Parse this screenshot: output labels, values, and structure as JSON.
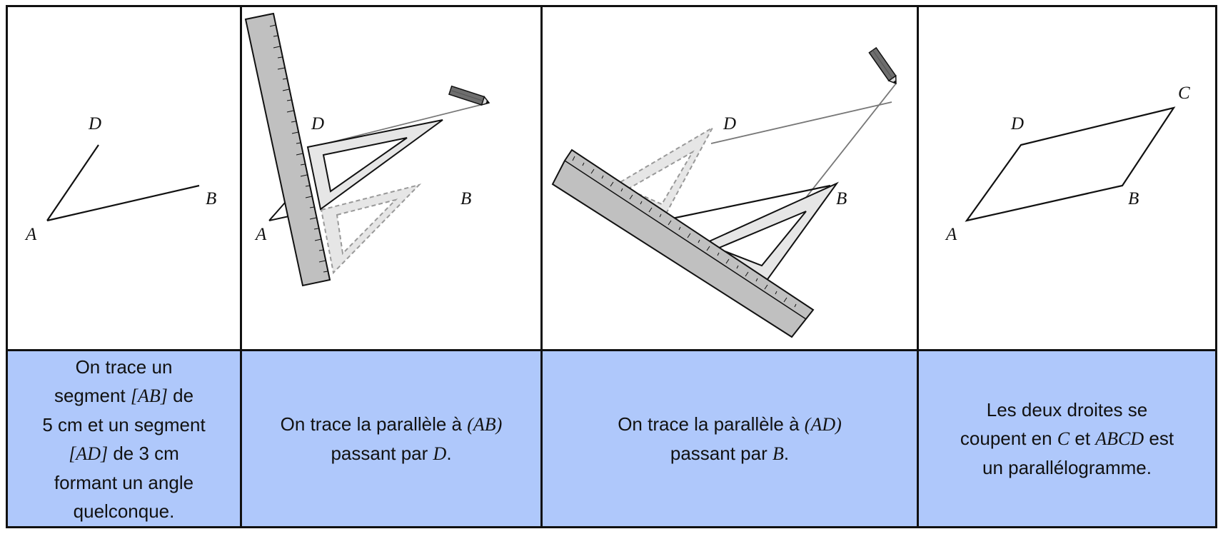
{
  "labels": {
    "A": "A",
    "B": "B",
    "C": "C",
    "D": "D"
  },
  "steps": [
    {
      "lines": [
        [
          "On trace un"
        ],
        [
          "segment ",
          {
            "m": "[AB]"
          },
          " de"
        ],
        [
          "5 cm et un segment"
        ],
        [
          {
            "m": "[AD]"
          },
          " de 3 cm"
        ],
        [
          "formant un angle"
        ],
        [
          "quelconque."
        ]
      ]
    },
    {
      "lines": [
        [
          "On trace la parallèle à ",
          {
            "m": "(AB)"
          }
        ],
        [
          "passant par ",
          {
            "m": "D"
          },
          "."
        ]
      ]
    },
    {
      "lines": [
        [
          "On trace la parallèle à ",
          {
            "m": "(AD)"
          }
        ],
        [
          "passant par ",
          {
            "m": "B"
          },
          "."
        ]
      ]
    },
    {
      "lines": [
        [
          "Les deux droites se"
        ],
        [
          "coupent en ",
          {
            "m": "C"
          },
          " et ",
          {
            "m": "ABCD"
          },
          " est"
        ],
        [
          "un parallélogramme."
        ]
      ]
    }
  ],
  "colors": {
    "caption_bg": "#afc8fb",
    "ruler": "#c0c0c0",
    "square": "#e6e6e6",
    "pencil": "#6e6e6e"
  }
}
